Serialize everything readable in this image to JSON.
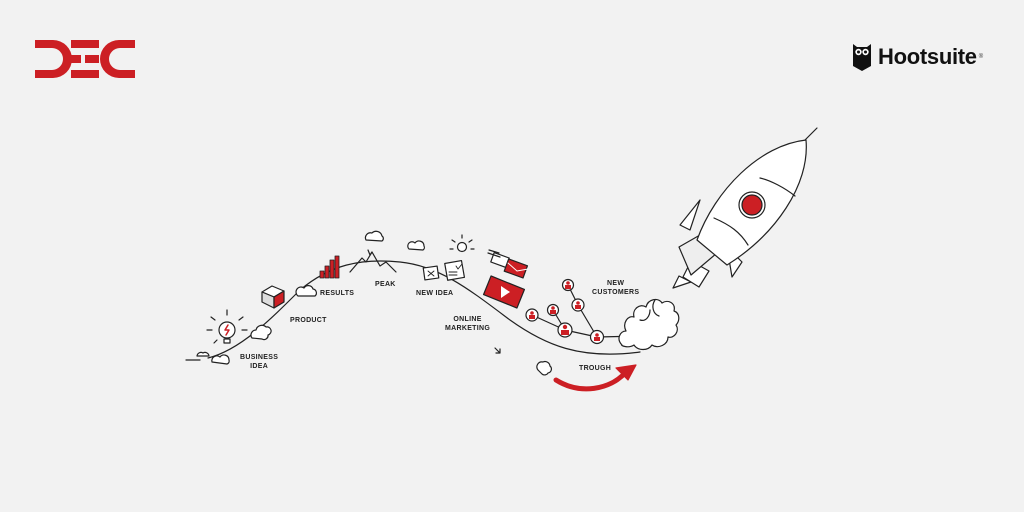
{
  "brand": {
    "left_logo": "DEC",
    "right_logo": "Hootsuite",
    "right_logo_mark": "®",
    "accent_color": "#cc1f24",
    "background_color": "#f2f2f2"
  },
  "journey": {
    "stages": [
      {
        "id": "business-idea",
        "label_line1": "BUSINESS",
        "label_line2": "IDEA",
        "icon": "lightbulb-icon"
      },
      {
        "id": "product",
        "label_line1": "PRODUCT",
        "label_line2": "",
        "icon": "cube-icon"
      },
      {
        "id": "results",
        "label_line1": "RESULTS",
        "label_line2": "",
        "icon": "bar-chart-icon"
      },
      {
        "id": "peak",
        "label_line1": "PEAK",
        "label_line2": "",
        "icon": "mountain-icon"
      },
      {
        "id": "new-idea",
        "label_line1": "NEW IDEA",
        "label_line2": "",
        "icon": "document-check-icon"
      },
      {
        "id": "online-marketing",
        "label_line1": "ONLINE",
        "label_line2": "MARKETING",
        "icon": "video-play-icon"
      },
      {
        "id": "trough",
        "label_line1": "TROUGH",
        "label_line2": "",
        "icon": "curved-arrow-icon"
      },
      {
        "id": "new-customers",
        "label_line1": "NEW",
        "label_line2": "CUSTOMERS",
        "icon": "customer-network-icon"
      }
    ],
    "finale": "rocket-icon"
  }
}
